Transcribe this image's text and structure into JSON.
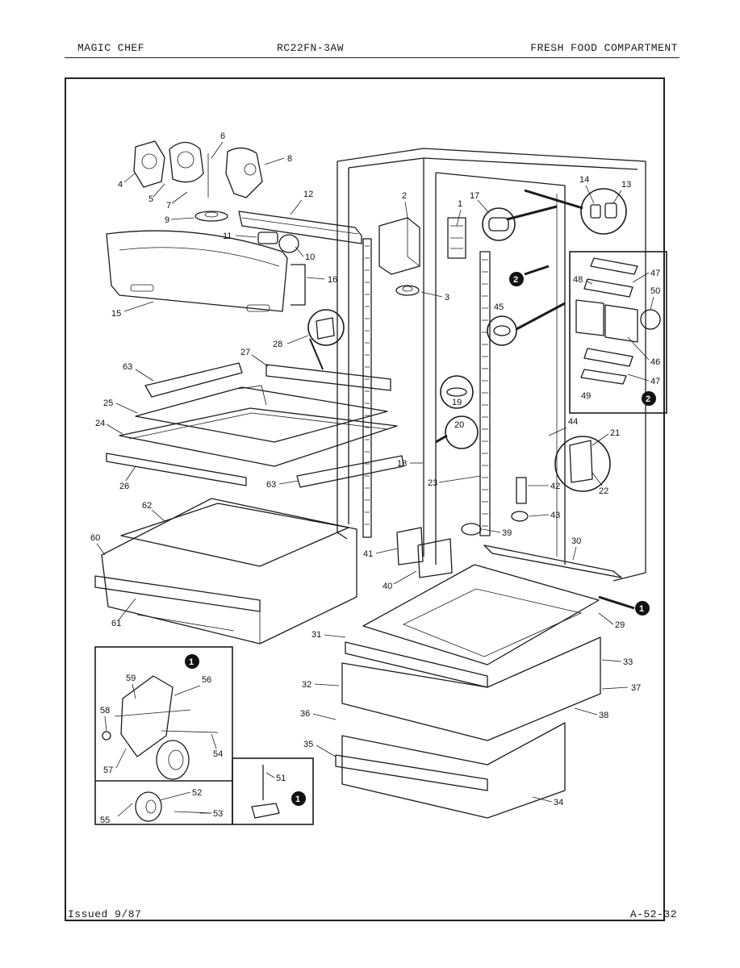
{
  "header": {
    "brand": "MAGIC CHEF",
    "model": "RC22FN-3AW",
    "section": "FRESH FOOD COMPARTMENT"
  },
  "footer": {
    "issued": "Issued 9/87",
    "page": "A-52-32"
  },
  "callouts": [
    "1",
    "2",
    "3",
    "4",
    "5",
    "6",
    "7",
    "8",
    "9",
    "10",
    "11",
    "12",
    "13",
    "14",
    "15",
    "16",
    "17",
    "18",
    "19",
    "20",
    "21",
    "22",
    "23",
    "24",
    "25",
    "26",
    "27",
    "28",
    "29",
    "30",
    "31",
    "32",
    "33",
    "34",
    "35",
    "36",
    "37",
    "38",
    "39",
    "40",
    "41",
    "42",
    "43",
    "44",
    "45",
    "46",
    "47",
    "48",
    "49",
    "50",
    "51",
    "52",
    "53",
    "54",
    "55",
    "56",
    "57",
    "58",
    "59",
    "60",
    "61",
    "62",
    "63"
  ],
  "detail_markers": [
    "1",
    "2"
  ]
}
